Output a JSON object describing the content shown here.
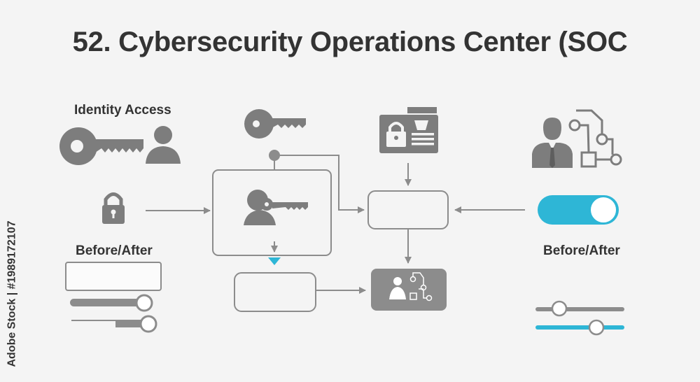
{
  "title": "52. Cybersecurity Operations Center (SOC",
  "labels": {
    "identity_access": "Identity Access",
    "before_after_left": "Before/After",
    "before_after_right": "Before/After"
  },
  "watermark": "Adobe Stock | #1989172107",
  "colors": {
    "gray": "#8c8c8c",
    "icon_gray": "#7d7d7d",
    "accent": "#2eb6d6",
    "text": "#333333"
  },
  "icons": {
    "top_left": [
      "key-icon",
      "user-icon"
    ],
    "left": [
      "padlock-icon"
    ],
    "center": [
      "key-icon",
      "person-with-key-icon"
    ],
    "top_right_center": [
      "id-badge-lock-icon"
    ],
    "right": [
      "businessman-icon",
      "network-nodes-icon"
    ],
    "bottom_center": [
      "user-network-icon"
    ]
  },
  "controls": {
    "toggle_state": "on",
    "left_sliders": [
      0.85,
      0.85
    ],
    "right_sliders": [
      0.27,
      0.69
    ]
  }
}
